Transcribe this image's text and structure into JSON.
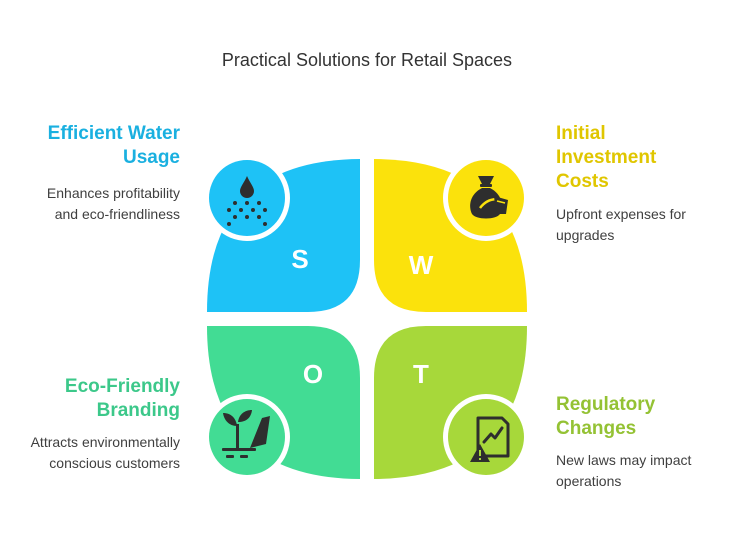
{
  "title": "Practical Solutions for Retail Spaces",
  "quadrants": [
    {
      "key": "S",
      "letter": "S",
      "heading": "Efficient Water Usage",
      "description": "Enhances profitability and eco-friendliness",
      "color": "#1ec2f6",
      "icon": "water-drops-icon"
    },
    {
      "key": "W",
      "letter": "W",
      "heading": "Initial Investment Costs",
      "description": "Upfront expenses for upgrades",
      "color": "#fbe20c",
      "icon": "money-bag-icon"
    },
    {
      "key": "O",
      "letter": "O",
      "heading": "Eco-Friendly Branding",
      "description": "Attracts environmentally conscious customers",
      "color": "#42dc94",
      "icon": "plant-hand-icon"
    },
    {
      "key": "T",
      "letter": "T",
      "heading": "Regulatory Changes",
      "description": "New laws may impact operations",
      "color": "#a7d83a",
      "icon": "document-warning-icon"
    }
  ],
  "heading_colors": {
    "S": "#1ab0e0",
    "W": "#e0c600",
    "O": "#3cc88a",
    "T": "#94c234"
  },
  "icon_color": "#2e2e2e"
}
